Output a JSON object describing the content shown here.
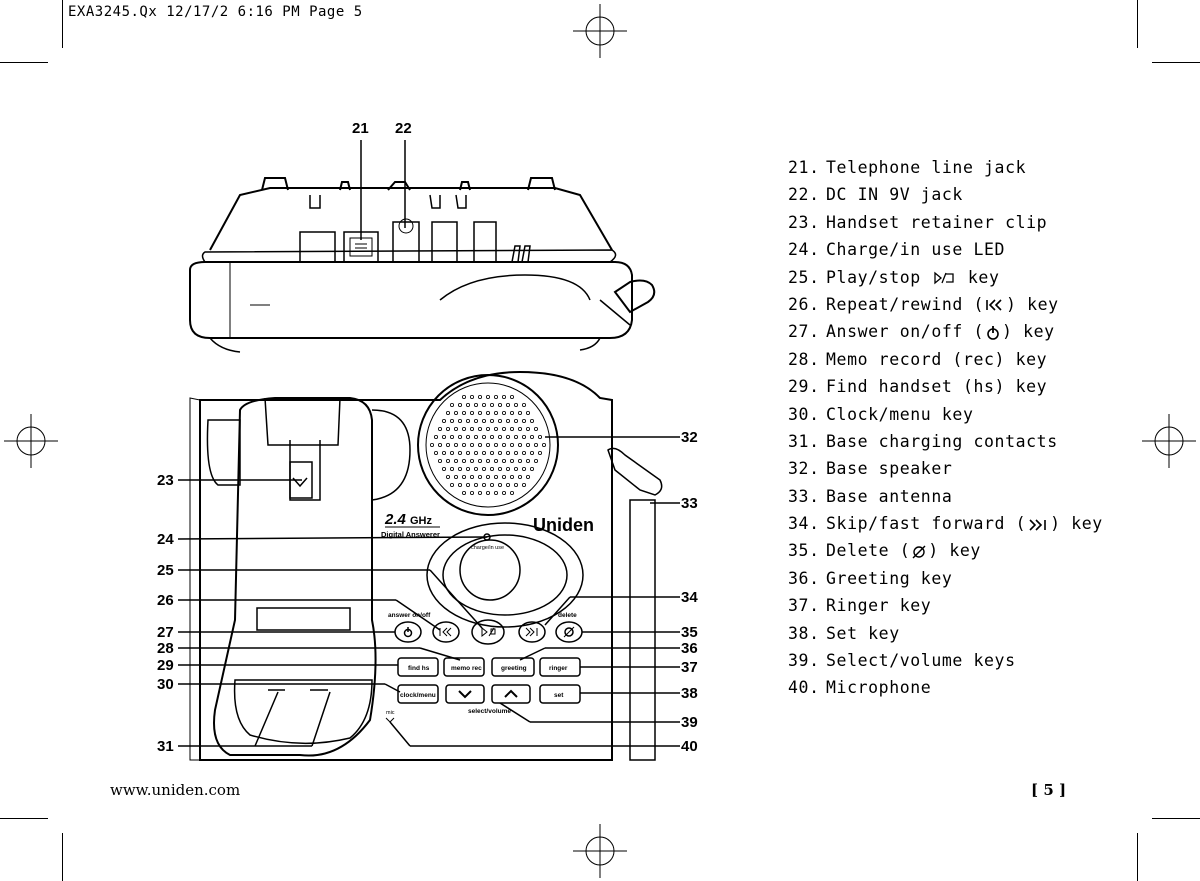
{
  "header": {
    "slug": "EXA3245.Qx  12/17/2 6:16 PM  Page 5"
  },
  "callouts_top": [
    "21",
    "22"
  ],
  "callouts_left": [
    "23",
    "24",
    "25",
    "26",
    "27",
    "28",
    "29",
    "30",
    "31"
  ],
  "callouts_right": [
    "32",
    "33",
    "34",
    "35",
    "36",
    "37",
    "38",
    "39",
    "40"
  ],
  "device_labels": {
    "frequency": "2.4",
    "frequency_unit": "GHz",
    "product": "Digital Answerer",
    "brand": "Uniden",
    "led": "charge/in use",
    "answer": "answer on/off",
    "delete": "delete",
    "find": "find hs",
    "memo": "memo rec",
    "greeting": "greeting",
    "ringer": "ringer",
    "clock": "clock/menu",
    "set": "set",
    "select": "select/volume",
    "mic": "mic"
  },
  "parts": [
    {
      "num": "21.",
      "pre": "Telephone line jack",
      "icon": "",
      "post": ""
    },
    {
      "num": "22.",
      "pre": "DC IN 9V jack",
      "icon": "",
      "post": ""
    },
    {
      "num": "23.",
      "pre": "Handset retainer clip",
      "icon": "",
      "post": ""
    },
    {
      "num": "24.",
      "pre": "Charge/in use LED",
      "icon": "",
      "post": ""
    },
    {
      "num": "25.",
      "pre": "Play/stop ",
      "icon": "play-stop-icon",
      "post": " key"
    },
    {
      "num": "26.",
      "pre": "Repeat/rewind (",
      "icon": "rewind-icon",
      "post": ") key"
    },
    {
      "num": "27.",
      "pre": "Answer on/off (",
      "icon": "power-icon",
      "post": ") key"
    },
    {
      "num": "28.",
      "pre": "Memo record (rec) key",
      "icon": "",
      "post": ""
    },
    {
      "num": "29.",
      "pre": "Find handset (hs) key",
      "icon": "",
      "post": ""
    },
    {
      "num": "30.",
      "pre": "Clock/menu key",
      "icon": "",
      "post": ""
    },
    {
      "num": "31.",
      "pre": "Base charging contacts",
      "icon": "",
      "post": ""
    },
    {
      "num": "32.",
      "pre": "Base speaker",
      "icon": "",
      "post": ""
    },
    {
      "num": "33.",
      "pre": "Base antenna",
      "icon": "",
      "post": ""
    },
    {
      "num": "34.",
      "pre": "Skip/fast forward (",
      "icon": "fast-forward-icon",
      "post": ") key"
    },
    {
      "num": "35.",
      "pre": "Delete (",
      "icon": "delete-icon",
      "post": ") key"
    },
    {
      "num": "36.",
      "pre": "Greeting key",
      "icon": "",
      "post": ""
    },
    {
      "num": "37.",
      "pre": "Ringer key",
      "icon": "",
      "post": ""
    },
    {
      "num": "38.",
      "pre": "Set key",
      "icon": "",
      "post": ""
    },
    {
      "num": "39.",
      "pre": "Select/volume keys",
      "icon": "",
      "post": ""
    },
    {
      "num": "40.",
      "pre": "Microphone",
      "icon": "",
      "post": ""
    }
  ],
  "footer": {
    "url": "www.uniden.com",
    "page": "[ 5 ]"
  }
}
